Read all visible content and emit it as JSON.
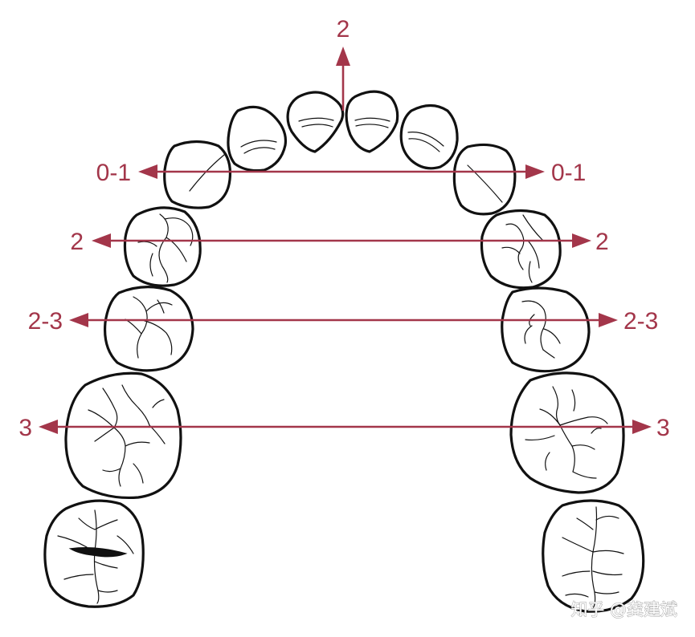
{
  "colors": {
    "arrow": "#a3364a",
    "tooth_outline": "#111111",
    "background": "#ffffff"
  },
  "arrows": {
    "top": {
      "label": "2"
    },
    "row_1": {
      "left_label": "0-1",
      "right_label": "0-1"
    },
    "row_2": {
      "left_label": "2",
      "right_label": "2"
    },
    "row_3": {
      "left_label": "2-3",
      "right_label": "2-3"
    },
    "row_4": {
      "left_label": "3",
      "right_label": "3"
    }
  },
  "watermark": {
    "text": "知乎 @龚建斌"
  }
}
